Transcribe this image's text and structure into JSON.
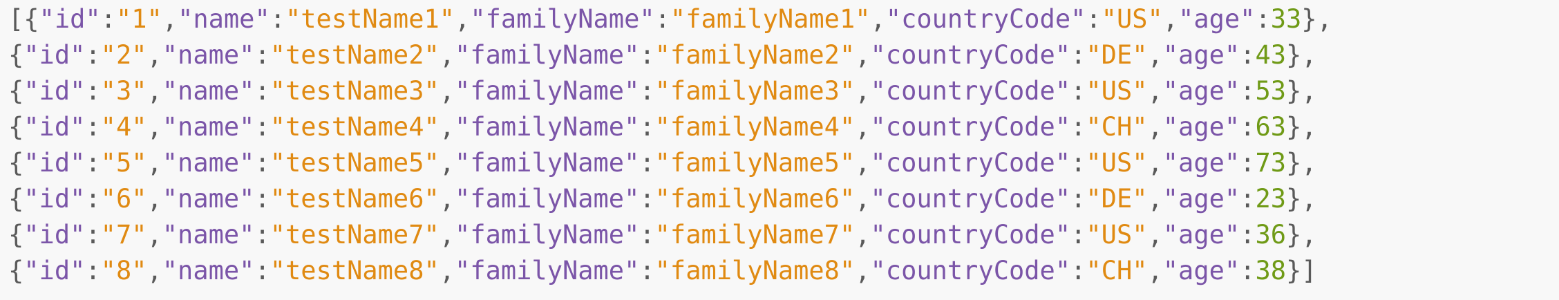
{
  "theme": {
    "background": "#f8f8f8",
    "punctuation_color": "#5a5a5a",
    "key_color": "#7b55a8",
    "string_color": "#e08a12",
    "number_color": "#6f9a16"
  },
  "json_view": {
    "keys": {
      "id": "\"id\"",
      "name": "\"name\"",
      "family_name": "\"familyName\"",
      "country_code": "\"countryCode\"",
      "age": "\"age\""
    },
    "records": [
      {
        "id": "\"1\"",
        "name": "\"testName1\"",
        "family_name": "\"familyName1\"",
        "country_code": "\"US\"",
        "age": "33"
      },
      {
        "id": "\"2\"",
        "name": "\"testName2\"",
        "family_name": "\"familyName2\"",
        "country_code": "\"DE\"",
        "age": "43"
      },
      {
        "id": "\"3\"",
        "name": "\"testName3\"",
        "family_name": "\"familyName3\"",
        "country_code": "\"US\"",
        "age": "53"
      },
      {
        "id": "\"4\"",
        "name": "\"testName4\"",
        "family_name": "\"familyName4\"",
        "country_code": "\"CH\"",
        "age": "63"
      },
      {
        "id": "\"5\"",
        "name": "\"testName5\"",
        "family_name": "\"familyName5\"",
        "country_code": "\"US\"",
        "age": "73"
      },
      {
        "id": "\"6\"",
        "name": "\"testName6\"",
        "family_name": "\"familyName6\"",
        "country_code": "\"DE\"",
        "age": "23"
      },
      {
        "id": "\"7\"",
        "name": "\"testName7\"",
        "family_name": "\"familyName7\"",
        "country_code": "\"US\"",
        "age": "36"
      },
      {
        "id": "\"8\"",
        "name": "\"testName8\"",
        "family_name": "\"familyName8\"",
        "country_code": "\"CH\"",
        "age": "38"
      }
    ]
  }
}
